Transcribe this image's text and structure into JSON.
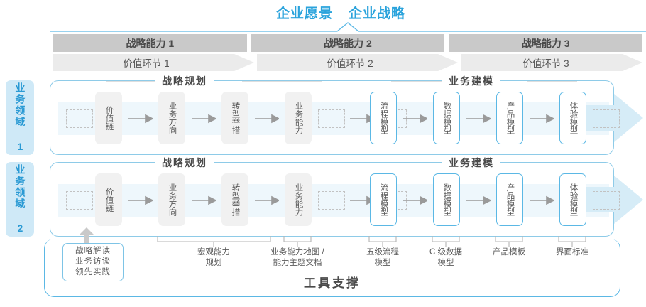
{
  "top": {
    "titles": [
      "企业愿景",
      "企业战略"
    ],
    "accent_color": "#2aa3dc"
  },
  "capability_band": {
    "cells": [
      "战略能力 1",
      "战略能力 2",
      "战略能力 3"
    ],
    "bg_color": "#c9c9c9"
  },
  "value_link_band": {
    "cells": [
      "价值环节 1",
      "价值环节 2",
      "价值环节 3"
    ],
    "bg_color": "#ebebeb"
  },
  "side_labels": [
    "业务领域 1",
    "业务领域 2"
  ],
  "rows": [
    {
      "side_label": "业务领域 1",
      "sections": [
        {
          "title": "战略规划",
          "nodes": [
            {
              "label": "价值链",
              "style": "gray"
            },
            {
              "label": "业务方向",
              "style": "gray"
            },
            {
              "label": "转型举措",
              "style": "gray"
            },
            {
              "label": "业务能力",
              "style": "gray"
            }
          ]
        },
        {
          "title": "业务建模",
          "nodes": [
            {
              "label": "流程模型",
              "style": "blue"
            },
            {
              "label": "数据模型",
              "style": "blue"
            },
            {
              "label": "产品模型",
              "style": "blue"
            },
            {
              "label": "体验模型",
              "style": "blue"
            }
          ]
        }
      ]
    },
    {
      "side_label": "业务领域 2",
      "sections": [
        {
          "title": "战略规划",
          "nodes": [
            {
              "label": "价值链",
              "style": "gray"
            },
            {
              "label": "业务方向",
              "style": "gray"
            },
            {
              "label": "转型举措",
              "style": "gray"
            },
            {
              "label": "业务能力",
              "style": "gray"
            }
          ]
        },
        {
          "title": "业务建模",
          "nodes": [
            {
              "label": "流程模型",
              "style": "blue"
            },
            {
              "label": "数据模型",
              "style": "blue"
            },
            {
              "label": "产品模型",
              "style": "blue"
            },
            {
              "label": "体验模型",
              "style": "blue"
            }
          ]
        }
      ]
    }
  ],
  "footnotes": {
    "boxed": "战略解读\n业务访谈\n领先实践",
    "boxed_lines": [
      "战略解读",
      "业务访谈",
      "领先实践"
    ],
    "items": [
      {
        "lines": [
          "宏观能力",
          "规划"
        ]
      },
      {
        "lines": [
          "业务能力地图 /",
          "能力主题文档"
        ]
      },
      {
        "lines": [
          "五级流程",
          "模型"
        ]
      },
      {
        "lines": [
          "C 级数据",
          "模型"
        ]
      },
      {
        "lines": [
          "产品模板"
        ]
      },
      {
        "lines": [
          "界面标准"
        ]
      }
    ]
  },
  "tool_support": {
    "title": "工具支撑",
    "border_color": "#5bb8e5"
  }
}
